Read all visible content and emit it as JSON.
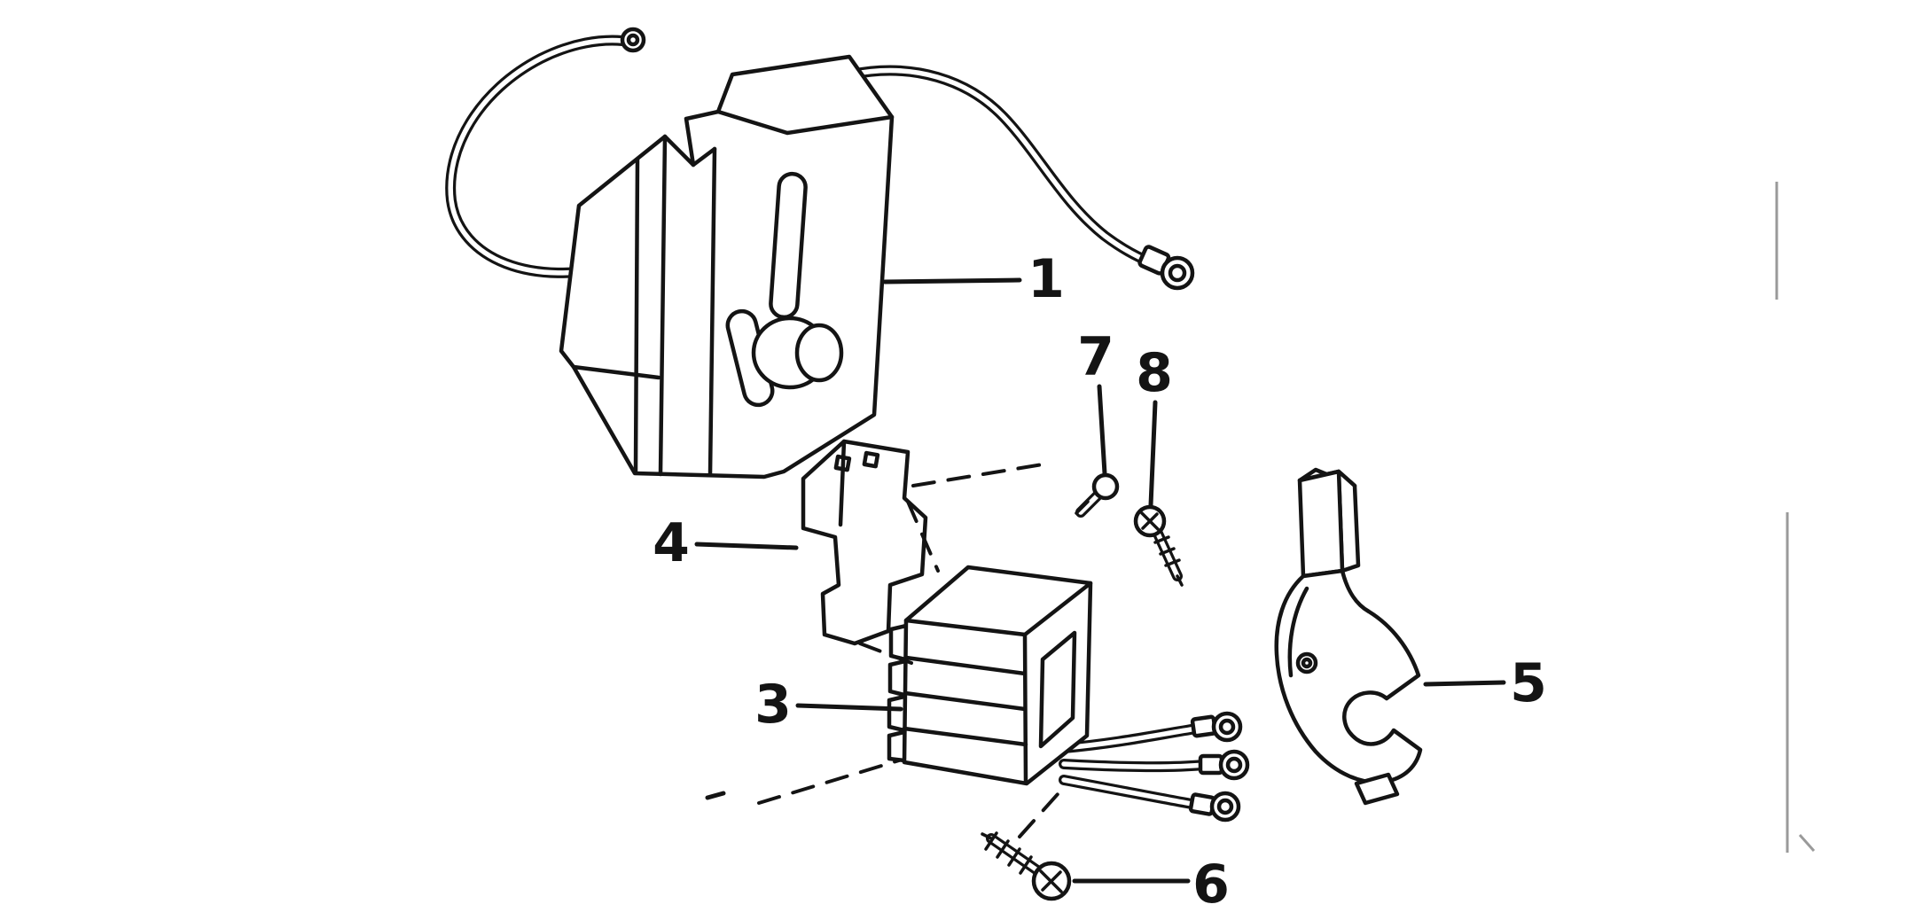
{
  "figure": {
    "type": "exploded-parts-line-diagram",
    "background_color": "#ffffff",
    "ink_color": "#141414"
  },
  "callouts": [
    {
      "label": "1",
      "part": "ignition-module-assembly-with-lead-wires"
    },
    {
      "label": "3",
      "part": "rectifier-assembly-with-ring-terminal-leads"
    },
    {
      "label": "4",
      "part": "mounting-bracket-plate"
    },
    {
      "label": "5",
      "part": "clamp-retainer-bracket"
    },
    {
      "label": "6",
      "part": "tapping-screw-long"
    },
    {
      "label": "7",
      "part": "small-plug-screw"
    },
    {
      "label": "8",
      "part": "tapping-screw-short"
    }
  ]
}
